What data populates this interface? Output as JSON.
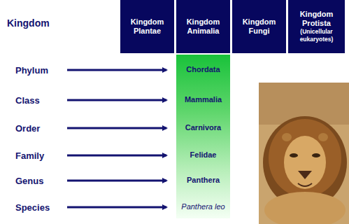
{
  "diagram": {
    "nodes": [
      {
        "text": [
          "Kingdom Plantae"
        ]
      },
      {
        "text": [
          "Kingdom Animalia"
        ]
      },
      {
        "text": [
          "Kingdom Fungi"
        ]
      },
      {
        "text": [
          "Kingdom Protista",
          "(Unicellular eukaryotes)"
        ]
      },
      {
        "text": [
          "Chordata",
          "Mammalia",
          "Carnivora",
          "Felidae",
          "Panthera",
          "Panthera leo"
        ]
      }
    ],
    "labels": [
      "Kingdom",
      "Phylum",
      "Class",
      "Order",
      "Family",
      "Genus",
      "Species"
    ]
  }
}
